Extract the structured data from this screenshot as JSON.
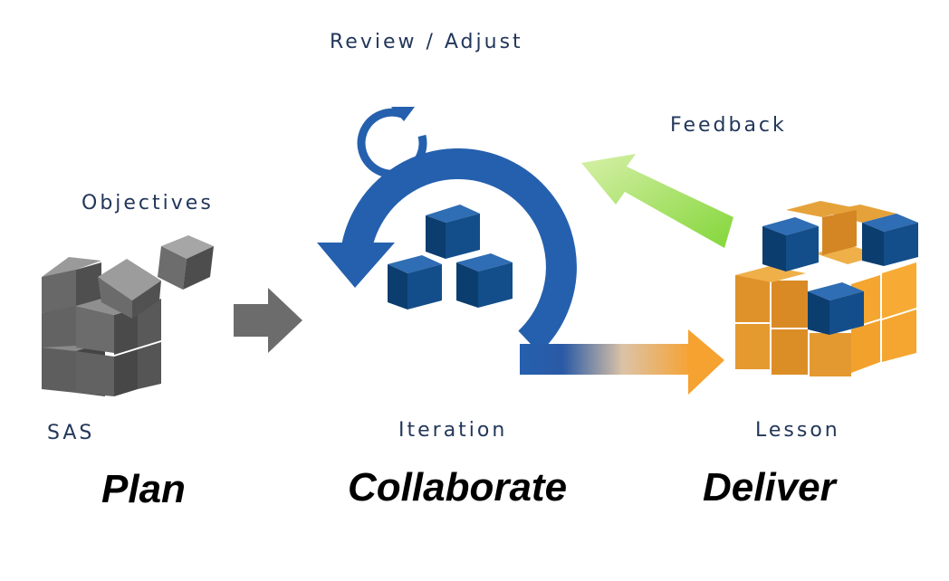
{
  "labels": {
    "review": "Review / Adjust",
    "feedback": "Feedback",
    "objectives": "Objectives",
    "sas": "SAS",
    "iteration": "Iteration",
    "lesson": "Lesson"
  },
  "stages": {
    "plan": "Plan",
    "collaborate": "Collaborate",
    "deliver": "Deliver"
  },
  "colors": {
    "text_label": "#22375a",
    "cycle_blue": "#2560ae",
    "cube_blue": "#0f4a85",
    "cube_gray": "#6a6a6a",
    "cube_orange": "#ef9a2a",
    "arrow_gray": "#6c6c6c",
    "arrow_green": "#9ed95a"
  }
}
